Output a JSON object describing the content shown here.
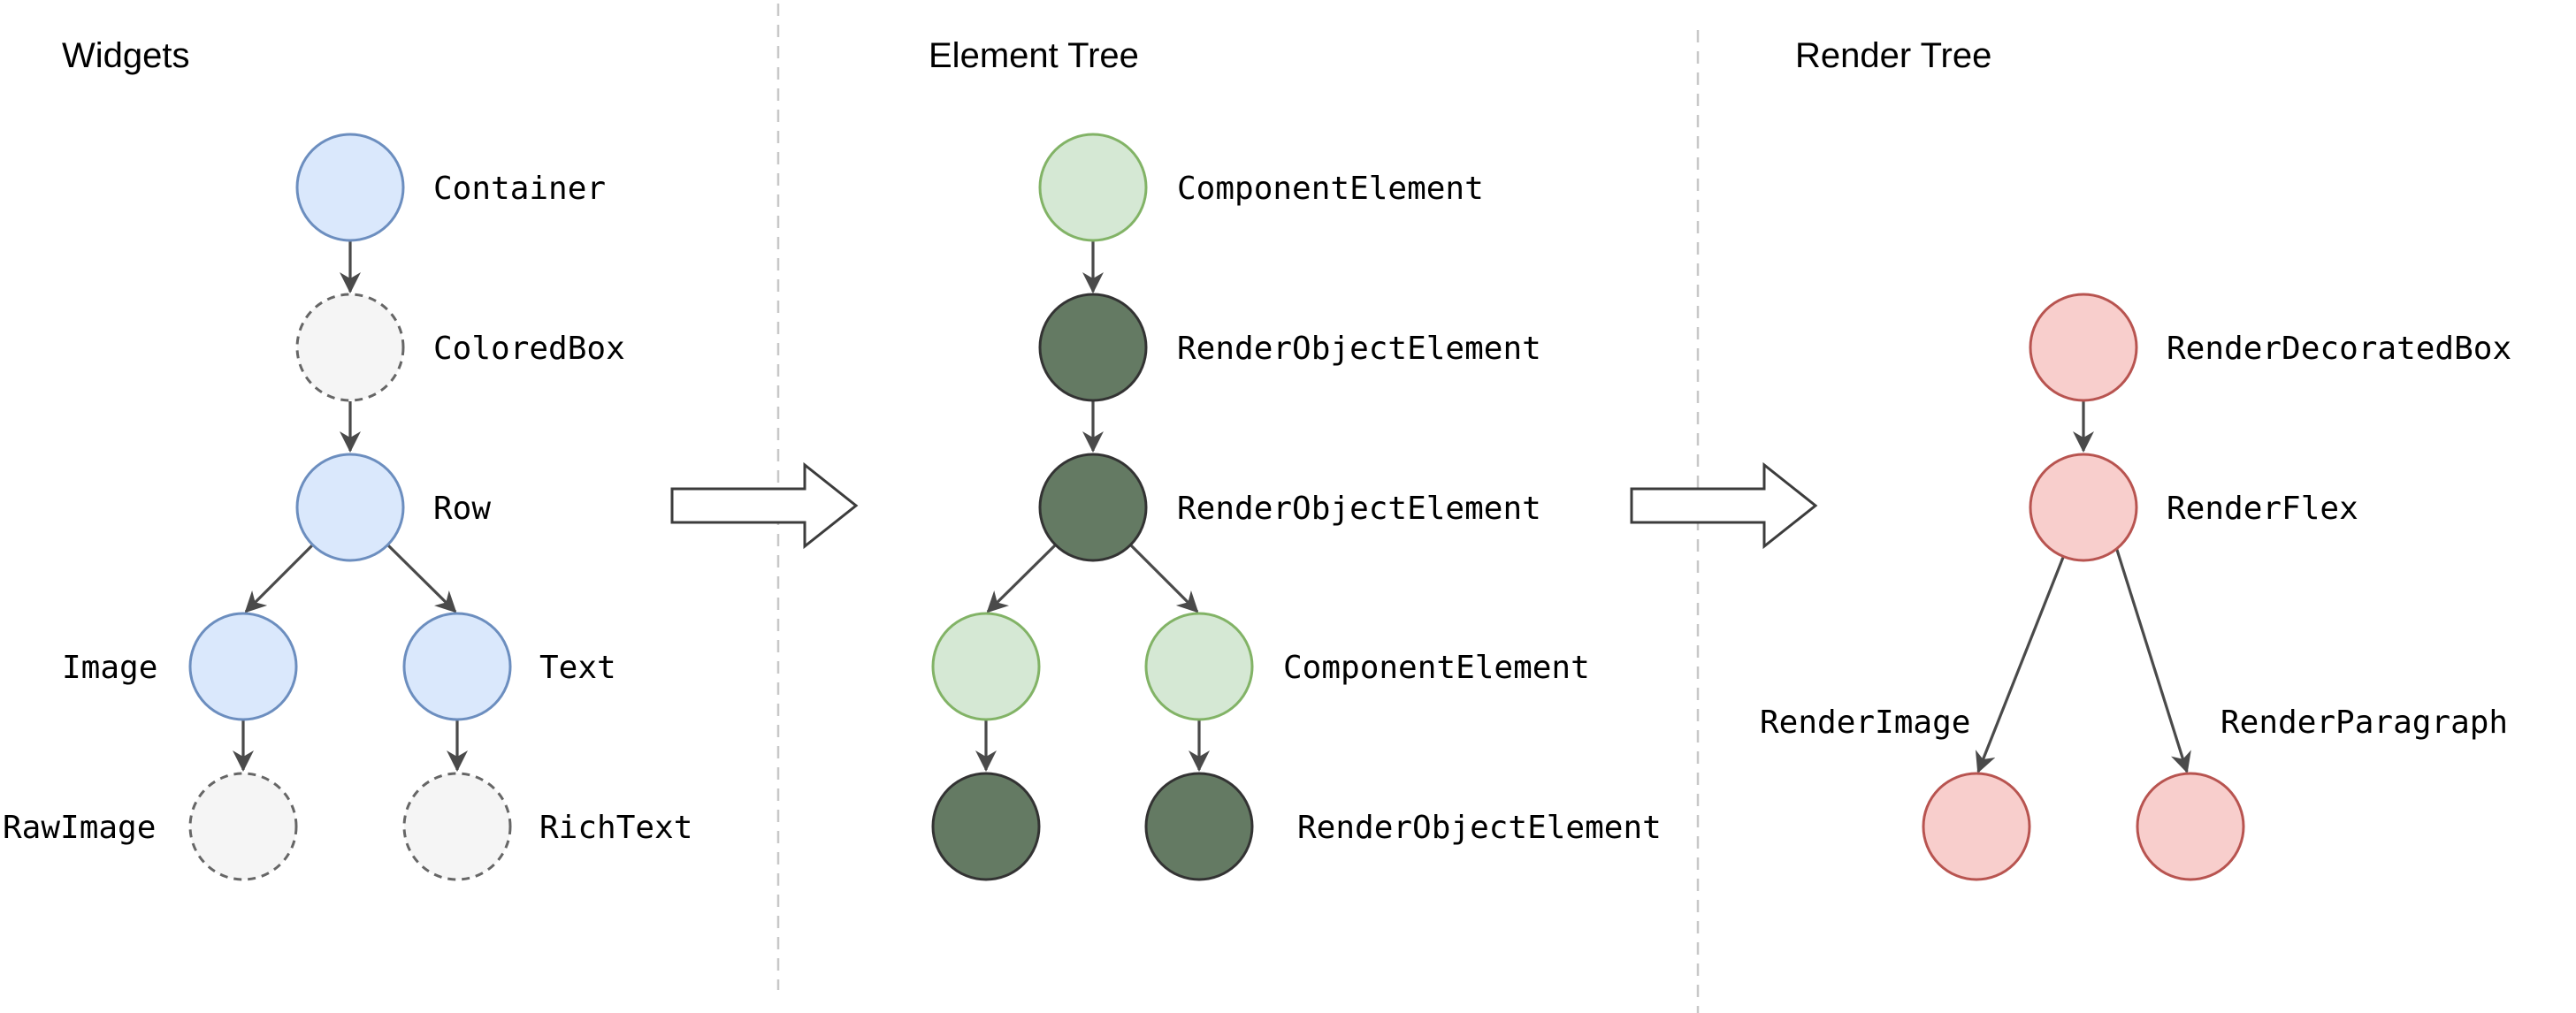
{
  "columns": [
    {
      "title": "Widgets",
      "nodes": [
        {
          "label": "Container",
          "style": "widget"
        },
        {
          "label": "ColoredBox",
          "style": "widget-dashed"
        },
        {
          "label": "Row",
          "style": "widget"
        },
        {
          "label": "Image",
          "style": "widget"
        },
        {
          "label": "Text",
          "style": "widget"
        },
        {
          "label": "RawImage",
          "style": "widget-dashed"
        },
        {
          "label": "RichText",
          "style": "widget-dashed"
        }
      ]
    },
    {
      "title": "Element Tree",
      "nodes": [
        {
          "label": "ComponentElement",
          "style": "component"
        },
        {
          "label": "RenderObjectElement",
          "style": "render-object"
        },
        {
          "label": "RenderObjectElement",
          "style": "render-object"
        },
        {
          "label": "",
          "style": "component"
        },
        {
          "label": "ComponentElement",
          "style": "component"
        },
        {
          "label": "",
          "style": "render-object"
        },
        {
          "label": "RenderObjectElement",
          "style": "render-object"
        }
      ]
    },
    {
      "title": "Render Tree",
      "nodes": [
        {
          "label": "RenderDecoratedBox",
          "style": "render"
        },
        {
          "label": "RenderFlex",
          "style": "render"
        },
        {
          "label": "RenderImage",
          "style": "render"
        },
        {
          "label": "RenderParagraph",
          "style": "render"
        }
      ]
    }
  ],
  "colors": {
    "widget_fill": "#dae8fc",
    "widget_stroke": "#6c8ebf",
    "dashed_fill": "#f5f5f5",
    "dashed_stroke": "#666666",
    "component_fill": "#d5e8d4",
    "component_stroke": "#82b366",
    "render_object_fill": "#647a63",
    "render_object_stroke": "#333333",
    "render_fill": "#f8cecc",
    "render_stroke": "#b85450"
  }
}
